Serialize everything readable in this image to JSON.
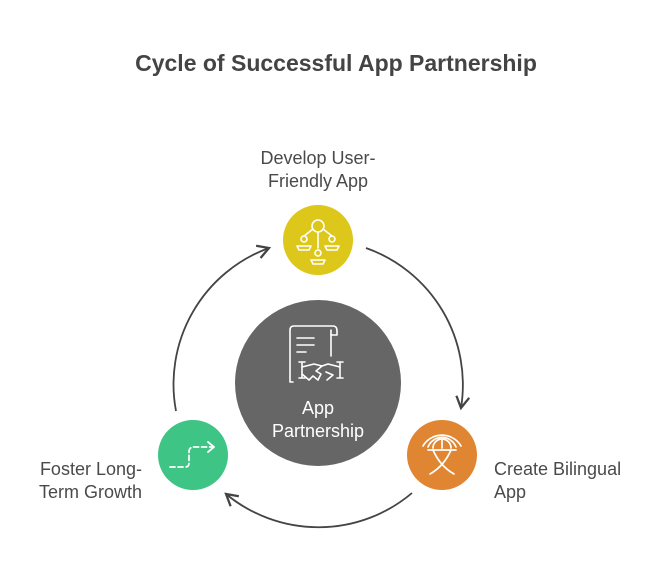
{
  "title": "Cycle of Successful App Partnership",
  "center": {
    "label_line1": "App",
    "label_line2": "Partnership",
    "icon": "contract-handshake-icon",
    "color": "#666666"
  },
  "steps": [
    {
      "label_line1": "Develop User-",
      "label_line2": "Friendly App",
      "icon": "user-network-icon",
      "color": "#DDC71A"
    },
    {
      "label_line1": "Create Bilingual",
      "label_line2": "App",
      "icon": "translate-character-icon",
      "color": "#E08632"
    },
    {
      "label_line1": "Foster Long-",
      "label_line2": "Term Growth",
      "icon": "dashed-growth-arrow-icon",
      "color": "#3EC484"
    }
  ],
  "arrow_color": "#444444"
}
